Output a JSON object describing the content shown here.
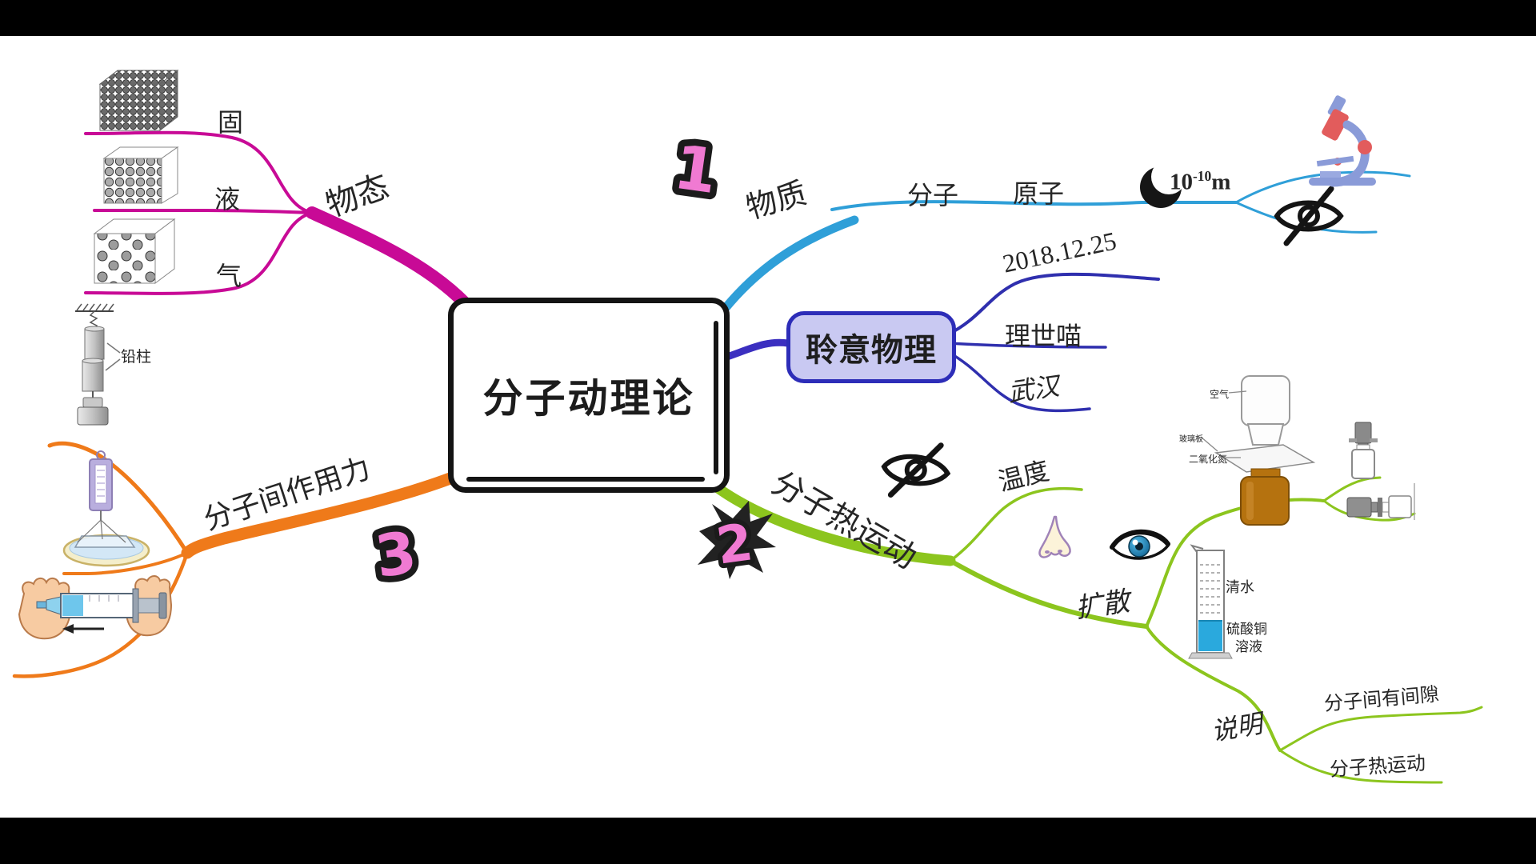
{
  "center": {
    "title": "分子动理论"
  },
  "markers": {
    "one": "1",
    "two": "2",
    "three": "3"
  },
  "branch_matter": {
    "name": "物质",
    "molecule": "分子",
    "atom": "原子",
    "scale_base": "10",
    "scale_exp": "-10",
    "scale_unit": "m",
    "icons": [
      "eclipse-scale-icon",
      "microscope-icon",
      "invisible-eye-icon"
    ]
  },
  "branch_brand": {
    "title": "聆意物理",
    "date": "2018.12.25",
    "author": "理世喵",
    "city": "武汉"
  },
  "branch_states": {
    "name": "物态",
    "solid": "固",
    "liquid": "液",
    "gas": "气"
  },
  "branch_thermal": {
    "name": "分子热运动",
    "temperature": "温度",
    "diffusion": "扩散",
    "cylinder_top": "清水",
    "cylinder_bottom1": "硫酸铜",
    "cylinder_bottom2": "溶液",
    "air": "空气",
    "glass_plate": "玻璃板",
    "no2": "二氧化氮",
    "note": "说明",
    "note_gap": "分子间有间隙",
    "note_motion": "分子热运动",
    "icons": [
      "invisible-eye-icon",
      "nose-icon",
      "eye-icon"
    ]
  },
  "branch_force": {
    "name": "分子间作用力",
    "lead_label": "铅柱"
  },
  "colors": {
    "magenta": "#c80a96",
    "blue": "#2f9fd8",
    "indigo": "#2f2fae",
    "green": "#8cc51e",
    "orange": "#ef7a1a",
    "brand_fill": "#c9c9f2",
    "numeral_pink": "#f07ad2",
    "liquid_blue": "#2aa9dd",
    "bottle_brown": "#b5720f"
  }
}
